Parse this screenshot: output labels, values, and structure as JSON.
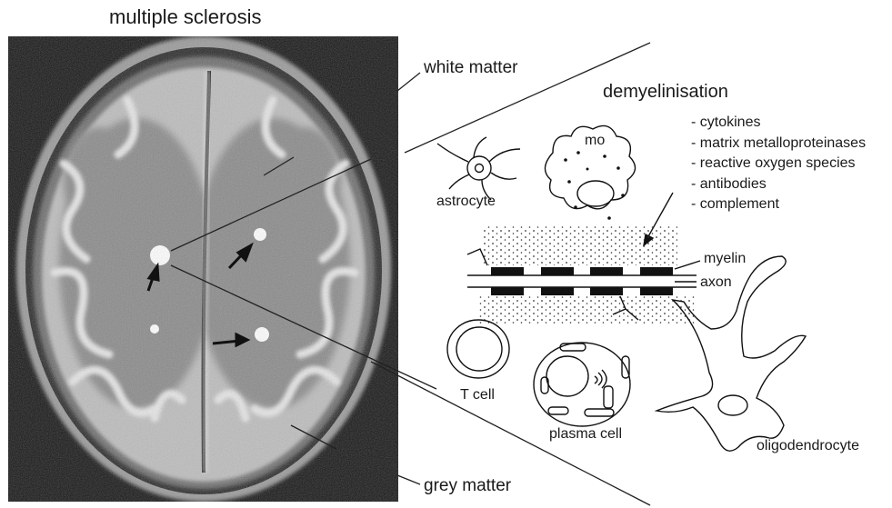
{
  "title": "multiple sclerosis",
  "labels": {
    "white_matter": "white matter",
    "grey_matter": "grey matter",
    "demyelinisation": "demyelinisation",
    "astrocyte": "astrocyte",
    "macrophage": "mo",
    "myelin": "myelin",
    "axon": "axon",
    "t_cell": "T cell",
    "plasma_cell": "plasma cell",
    "oligodendrocyte": "oligodendrocyte"
  },
  "mediators": [
    "- cytokines",
    "- matrix metalloproteinases",
    "- reactive oxygen species",
    "- antibodies",
    "- complement"
  ]
}
